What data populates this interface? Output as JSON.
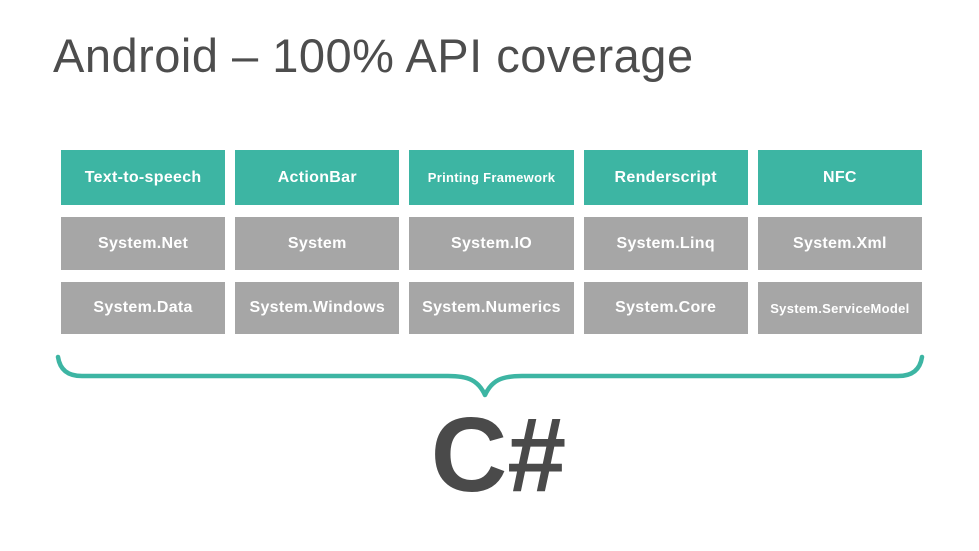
{
  "slide": {
    "title": "Android – 100% API coverage",
    "caption": "C#"
  },
  "grid": {
    "rows": [
      {
        "style": "teal",
        "cells": [
          "Text-to-speech",
          "ActionBar",
          "Printing Framework",
          "Renderscript",
          "NFC"
        ]
      },
      {
        "style": "gray",
        "cells": [
          "System.Net",
          "System",
          "System.IO",
          "System.Linq",
          "System.Xml"
        ]
      },
      {
        "style": "gray",
        "cells": [
          "System.Data",
          "System.Windows",
          "System.Numerics",
          "System.Core",
          "System.ServiceModel"
        ]
      }
    ]
  },
  "colors": {
    "teal": "#3db5a3",
    "gray": "#a6a6a6",
    "title_text": "#4d4d4d",
    "caption_text": "#4a4a4a",
    "box_text": "#ffffff"
  }
}
